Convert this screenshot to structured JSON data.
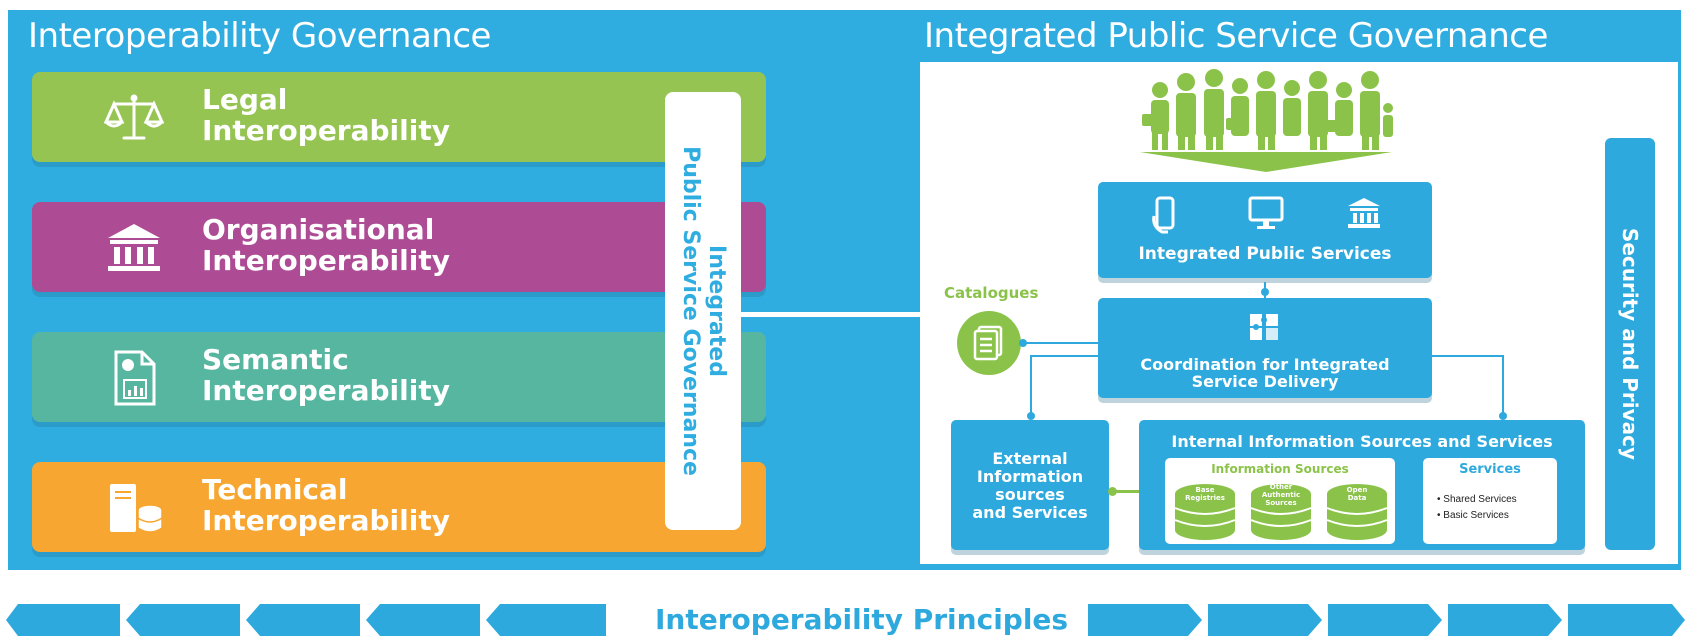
{
  "left_panel": {
    "title": "Interoperability Governance",
    "layers": [
      {
        "line1": "Legal",
        "line2": "Interoperability",
        "color": "#96c453",
        "icon": "scales-icon"
      },
      {
        "line1": "Organisational",
        "line2": "Interoperability",
        "color": "#ad4c95",
        "icon": "institution-icon"
      },
      {
        "line1": "Semantic",
        "line2": "Interoperability",
        "color": "#57b6a0",
        "icon": "document-chart-icon"
      },
      {
        "line1": "Technical",
        "line2": "Interoperability",
        "color": "#f6a631",
        "icon": "server-database-icon"
      }
    ],
    "vertical_bar": {
      "line1": "Integrated",
      "line2": "Public Service Governance"
    }
  },
  "right_panel": {
    "title": "Integrated Public Service Governance",
    "catalogues_label": "Catalogues",
    "integrated_services": "Integrated Public Services",
    "coordination": {
      "line1": "Coordination for Integrated",
      "line2": "Service Delivery"
    },
    "external": {
      "line1": "External",
      "line2": "Information",
      "line3": "sources",
      "line4": "and Services"
    },
    "internal": {
      "title": "Internal Information Sources and Services",
      "info_sources_title": "Information Sources",
      "stacks": [
        {
          "line1": "Base",
          "line2": "Registries",
          "line3": ""
        },
        {
          "line1": "Other",
          "line2": "Authentic",
          "line3": "Sources"
        },
        {
          "line1": "Open",
          "line2": "Data",
          "line3": ""
        }
      ],
      "services_title": "Services",
      "services_items": [
        "Shared Services",
        "Basic Services"
      ]
    },
    "security": "Security and Privacy"
  },
  "footer": {
    "principles": "Interoperability Principles"
  },
  "colors": {
    "blue": "#30ade0",
    "green": "#8bc34a",
    "white": "#ffffff"
  }
}
